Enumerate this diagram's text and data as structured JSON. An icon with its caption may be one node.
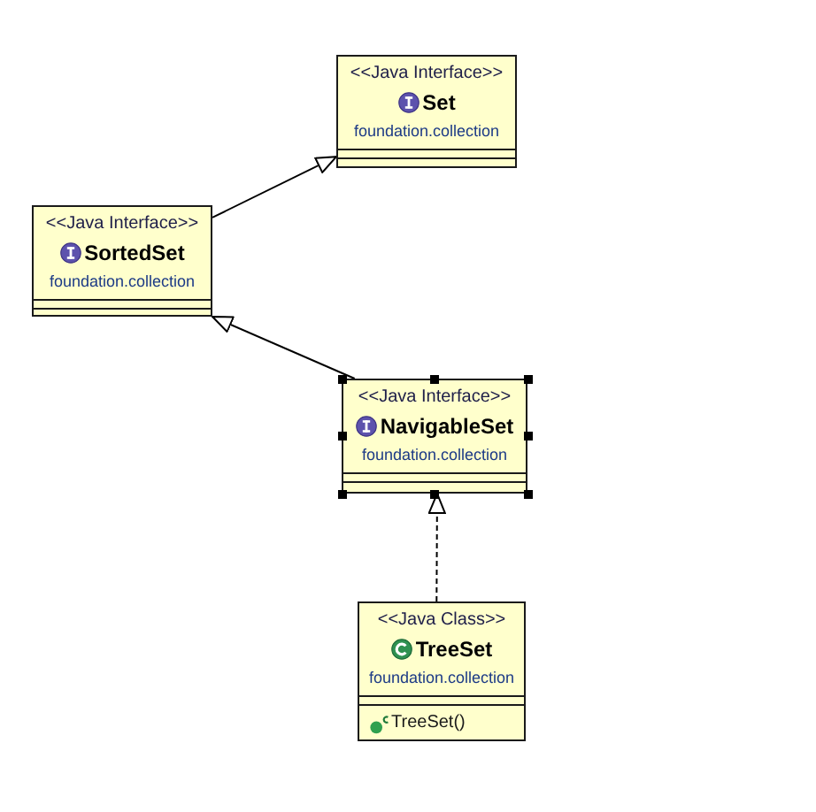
{
  "diagram": {
    "nodes": [
      {
        "text": [
          "<<Java Interface>>",
          "Set",
          "foundation.collection"
        ]
      },
      {
        "text": [
          "<<Java Interface>>",
          "SortedSet",
          "foundation.collection"
        ]
      },
      {
        "text": [
          "<<Java Interface>>",
          "NavigableSet",
          "foundation.collection"
        ]
      },
      {
        "text": [
          "<<Java Class>>",
          "TreeSet",
          "foundation.collection",
          "TreeSet()"
        ]
      }
    ],
    "edges": [
      {
        "from": 1,
        "to": 0,
        "arrow": "to"
      },
      {
        "from": 2,
        "to": 1,
        "arrow": "to"
      },
      {
        "from": 3,
        "to": 2,
        "arrow": "to",
        "style": "dashed"
      }
    ]
  }
}
